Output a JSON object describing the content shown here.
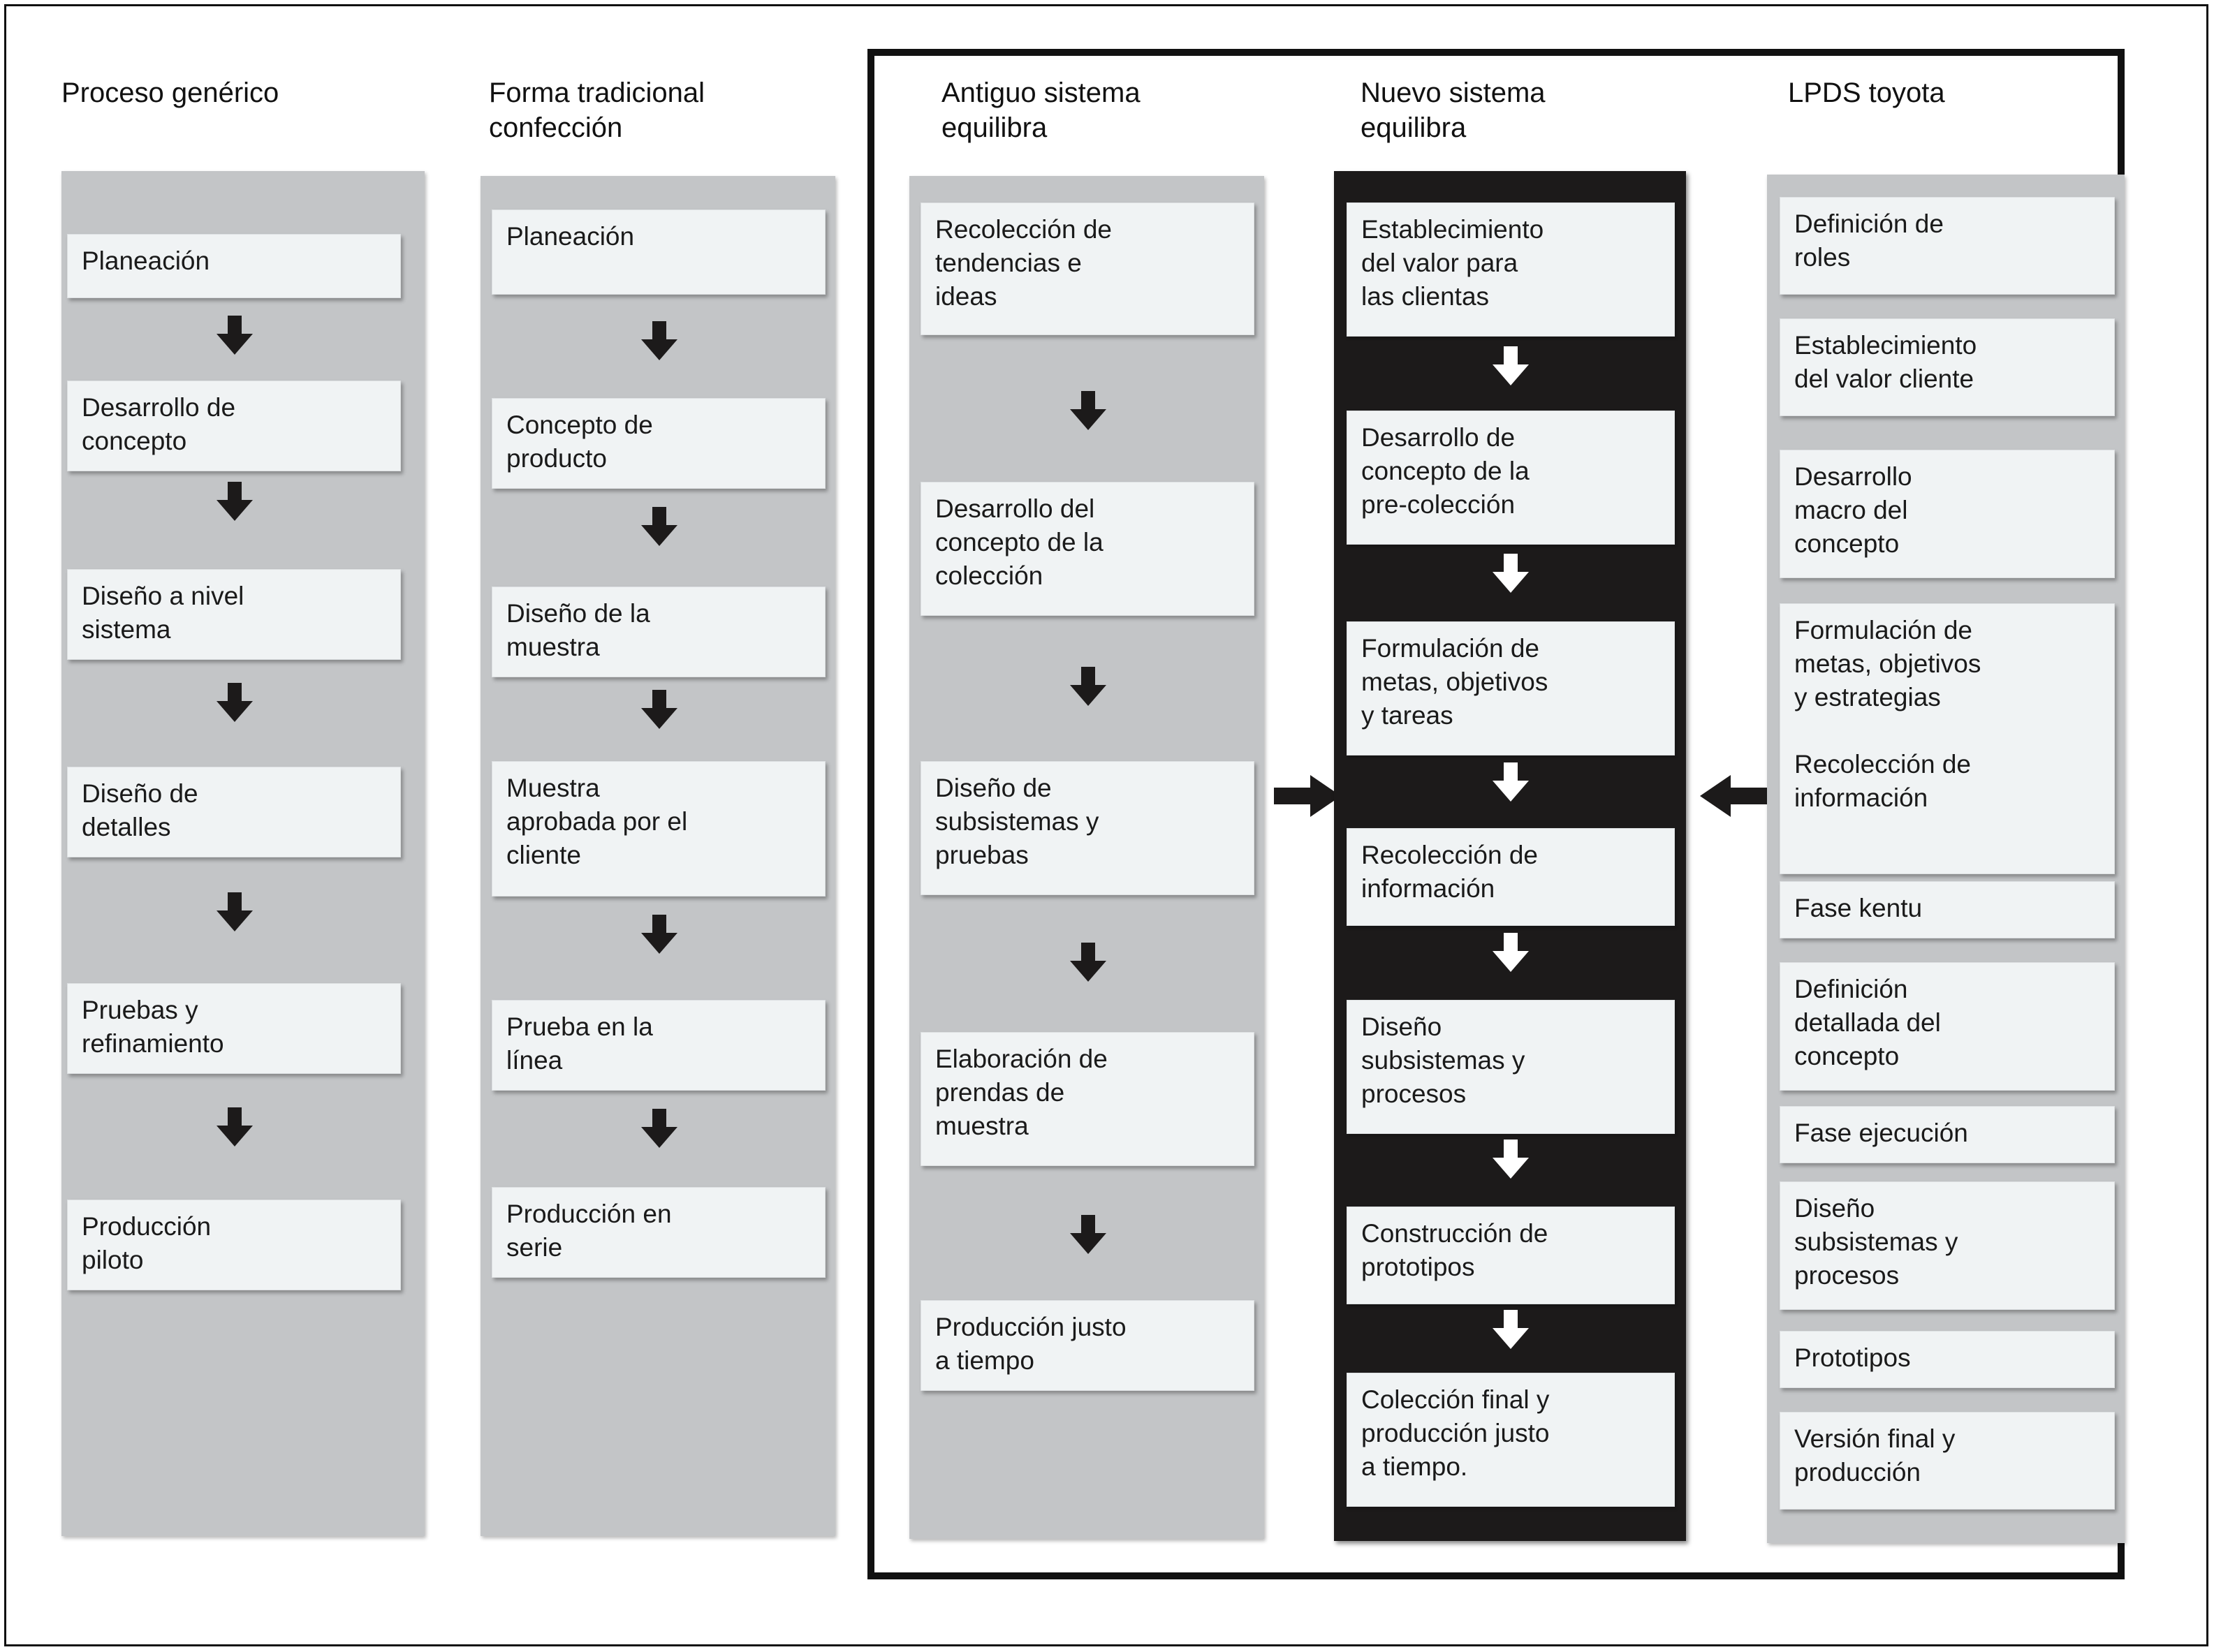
{
  "diagram": {
    "type": "flowchart",
    "title": "",
    "columns": [
      {
        "id": "proceso-generico",
        "title": "Proceso genérico",
        "style": "grey",
        "inside_group": false,
        "steps": [
          {
            "label": "Planeación"
          },
          {
            "label": "Desarrollo de\nconcepto"
          },
          {
            "label": "Diseño a nivel\nsistema"
          },
          {
            "label": "Diseño de\ndetalles"
          },
          {
            "label": "Pruebas y\nrefinamiento"
          },
          {
            "label": "Producción\npiloto"
          }
        ]
      },
      {
        "id": "forma-tradicional-confeccion",
        "title": "Forma tradicional\nconfección",
        "style": "grey",
        "inside_group": false,
        "steps": [
          {
            "label": "Planeación"
          },
          {
            "label": "Concepto de\nproducto"
          },
          {
            "label": "Diseño de la\nmuestra"
          },
          {
            "label": "Muestra\naprobada por el\ncliente"
          },
          {
            "label": "Prueba en la\nlínea"
          },
          {
            "label": "Producción en\nserie"
          }
        ]
      },
      {
        "id": "antiguo-sistema-equilibra",
        "title": "Antiguo sistema\nequilibra",
        "style": "grey",
        "inside_group": true,
        "steps": [
          {
            "label": "Recolección de\ntendencias e\nideas"
          },
          {
            "label": "Desarrollo del\nconcepto de la\ncolección"
          },
          {
            "label": "Diseño de\nsubsistemas y\npruebas"
          },
          {
            "label": "Elaboración de\nprendas de\nmuestra"
          },
          {
            "label": "Producción justo\na tiempo"
          }
        ]
      },
      {
        "id": "nuevo-sistema-equilibra",
        "title": "Nuevo sistema\nequilibra",
        "style": "black",
        "inside_group": true,
        "steps": [
          {
            "label": "Establecimiento\ndel valor para\nlas clientas"
          },
          {
            "label": "Desarrollo de\nconcepto de la\npre-colección"
          },
          {
            "label": "Formulación de\nmetas, objetivos\ny tareas"
          },
          {
            "label": "Recolección de\ninformación"
          },
          {
            "label": "Diseño\nsubsistemas y\nprocesos"
          },
          {
            "label": "Construcción de\nprototipos"
          },
          {
            "label": "Colección final y\nproducción justo\na tiempo."
          }
        ]
      },
      {
        "id": "lpds-toyota",
        "title": "LPDS toyota",
        "style": "grey-list",
        "inside_group": true,
        "steps": [
          {
            "label": "Definición de\nroles"
          },
          {
            "label": "Establecimiento\ndel valor cliente"
          },
          {
            "label": "Desarrollo\nmacro del\nconcepto"
          },
          {
            "label": "Formulación de\nmetas, objetivos\ny estrategias\n\nRecolección de\ninformación"
          },
          {
            "label": "Fase kentu"
          },
          {
            "label": "Definición\ndetallada del\nconcepto"
          },
          {
            "label": "Fase ejecución"
          },
          {
            "label": "Diseño\nsubsistemas y\nprocesos"
          },
          {
            "label": "Prototipos"
          },
          {
            "label": "Versión final y\nproducción"
          }
        ]
      }
    ],
    "connectors": {
      "inbound_from_antiguo": "arrow-right",
      "inbound_from_lpds": "arrow-left",
      "vertical": "arrow-down"
    },
    "colors": {
      "track_grey": "#c3c5c7",
      "track_black": "#1c1a1a",
      "box_fill": "#f0f3f4",
      "text": "#1a1a1a",
      "frame": "#111111"
    }
  }
}
